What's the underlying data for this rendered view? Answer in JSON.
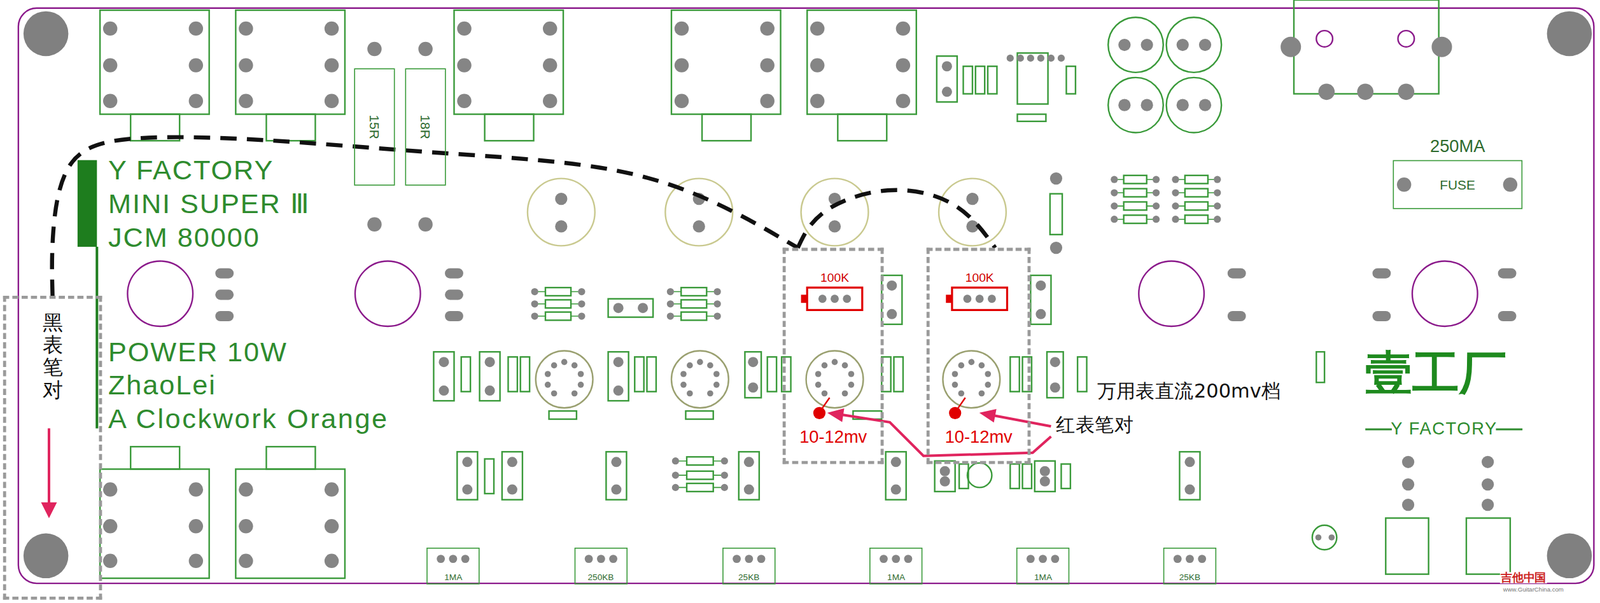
{
  "diagram": {
    "nodes": [
      {
        "text": [
          "15R"
        ]
      },
      {
        "text": [
          "18R"
        ]
      },
      {
        "text": [
          "250MA",
          "FUSE"
        ]
      },
      {
        "text": [
          "黑表笔对"
        ]
      },
      {
        "text": [
          "10-12mv"
        ]
      },
      {
        "text": [
          "100K"
        ],
        "in": 4
      },
      {
        "text": [
          "10-12mv"
        ]
      },
      {
        "text": [
          "100K"
        ],
        "in": 6
      },
      {
        "text": [
          "1MA"
        ]
      },
      {
        "text": [
          "250KB"
        ]
      },
      {
        "text": [
          "25KB"
        ]
      },
      {
        "text": [
          "1MA"
        ]
      },
      {
        "text": [
          "1MA"
        ]
      },
      {
        "text": [
          "25KB"
        ]
      }
    ],
    "edges": [
      {
        "from": 3,
        "to": 4,
        "arrow": "none"
      },
      {
        "from": 4,
        "to": 6,
        "arrow": "none"
      }
    ],
    "labels": [
      "Y FACTORY",
      "MINI SUPER Ⅲ",
      "JCM 80000",
      "POWER 10W",
      "ZhaoLei",
      "A Clockwork Orange",
      "万用表直流200mv档",
      "红表笔对",
      "壹工厂",
      "Y FACTORY",
      "吉他中国",
      "www.GuitarChina.com"
    ]
  }
}
